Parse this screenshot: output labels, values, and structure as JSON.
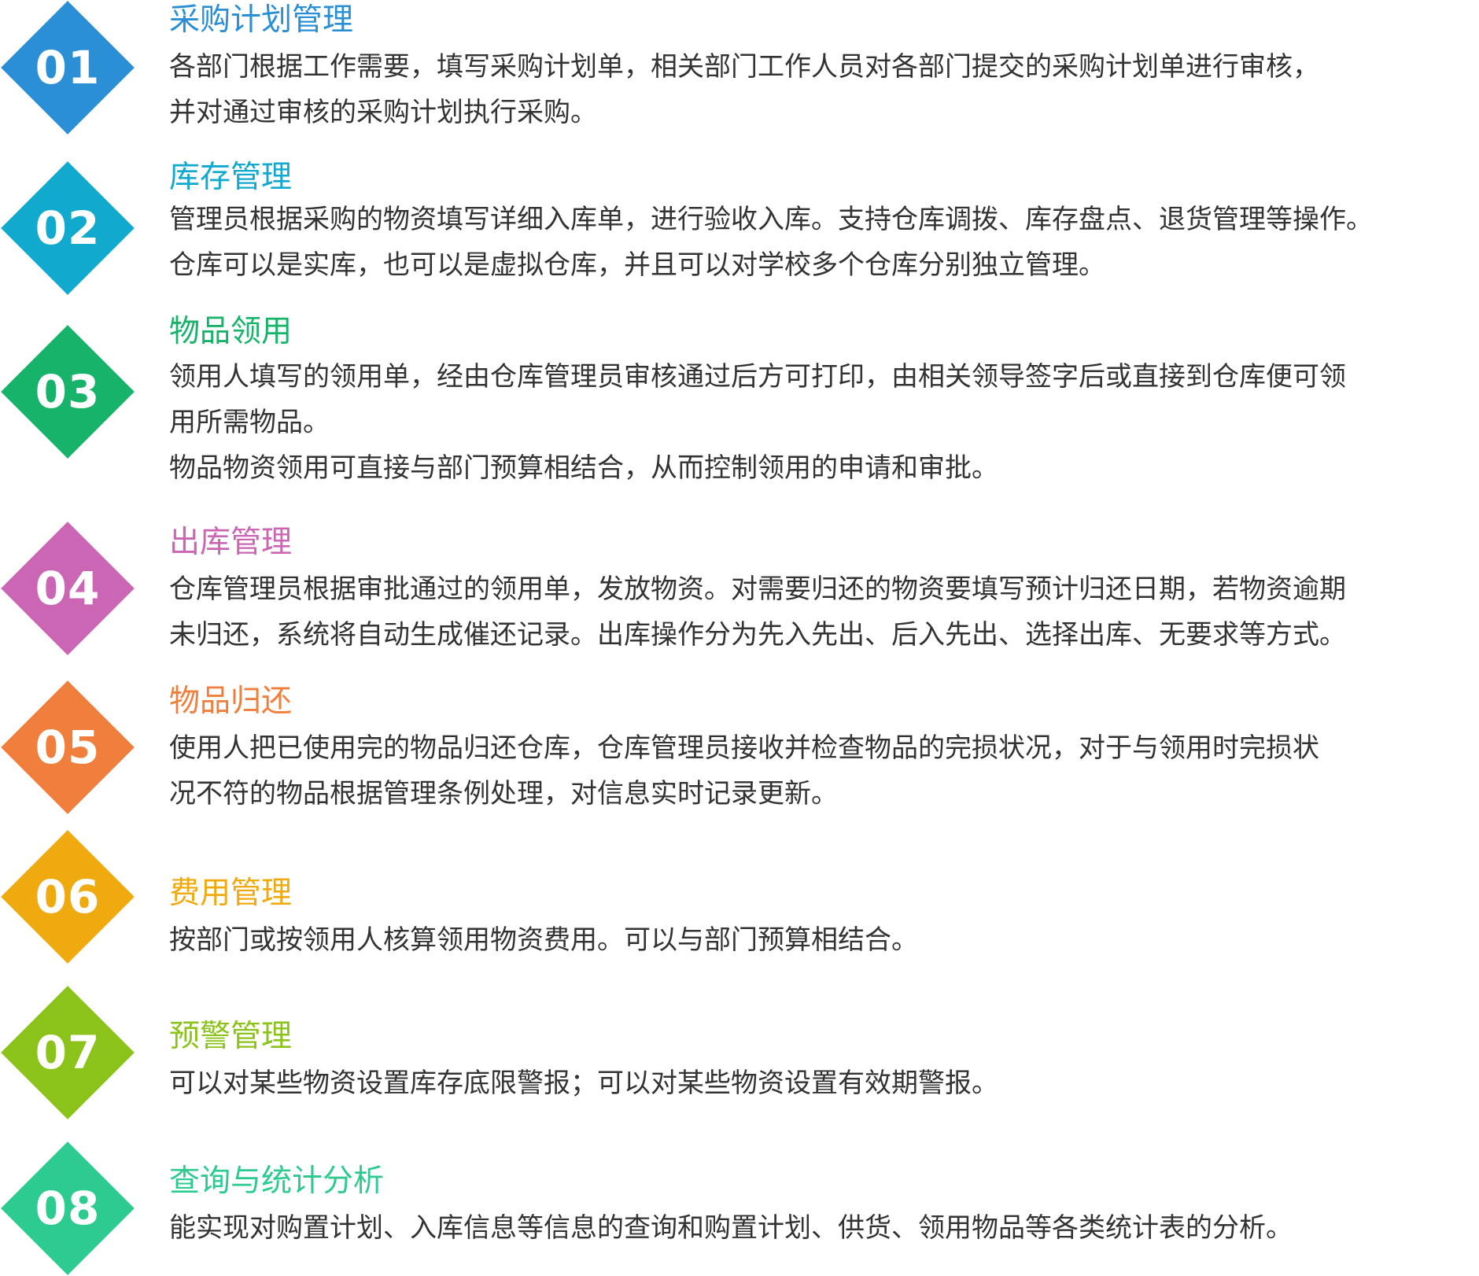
{
  "items": [
    {
      "number": "01",
      "title": "采购计划管理",
      "color": "#2B8FD6",
      "lines": [
        "各部门根据工作需要，填写采购计划单，相关部门工作人员对各部门提交的采购计划单进行审核，",
        "并对通过审核的采购计划执行采购。"
      ]
    },
    {
      "number": "02",
      "title": "库存管理",
      "color": "#12A9CF",
      "lines": [
        "管理员根据采购的物资填写详细入库单，进行验收入库。支持仓库调拨、库存盘点、退货管理等操作。",
        "仓库可以是实库，也可以是虚拟仓库，并且可以对学校多个仓库分别独立管理。"
      ]
    },
    {
      "number": "03",
      "title": "物品领用",
      "color": "#18B36A",
      "lines": [
        "领用人填写的领用单，经由仓库管理员审核通过后方可打印，由相关领导签字后或直接到仓库便可领",
        "用所需物品。",
        "物品物资领用可直接与部门预算相结合，从而控制领用的申请和审批。"
      ]
    },
    {
      "number": "04",
      "title": "出库管理",
      "color": "#CB66B5",
      "lines": [
        "仓库管理员根据审批通过的领用单，发放物资。对需要归还的物资要填写预计归还日期，若物资逾期",
        "未归还，系统将自动生成催还记录。出库操作分为先入先出、后入先出、选择出库、无要求等方式。"
      ]
    },
    {
      "number": "05",
      "title": "物品归还",
      "color": "#F07F3E",
      "lines": [
        "使用人把已使用完的物品归还仓库，仓库管理员接收并检查物品的完损状况，对于与领用时完损状",
        "况不符的物品根据管理条例处理，对信息实时记录更新。"
      ]
    },
    {
      "number": "06",
      "title": "费用管理",
      "color": "#EFAA10",
      "lines": [
        "按部门或按领用人核算领用物资费用。可以与部门预算相结合。"
      ]
    },
    {
      "number": "07",
      "title": "预警管理",
      "color": "#8CC31A",
      "lines": [
        "可以对某些物资设置库存底限警报；可以对某些物资设置有效期警报。"
      ]
    },
    {
      "number": "08",
      "title": "查询与统计分析",
      "color": "#2DCB8F",
      "lines": [
        "能实现对购置计划、入库信息等信息的查询和购置计划、供货、领用物品等各类统计表的分析。"
      ]
    }
  ]
}
